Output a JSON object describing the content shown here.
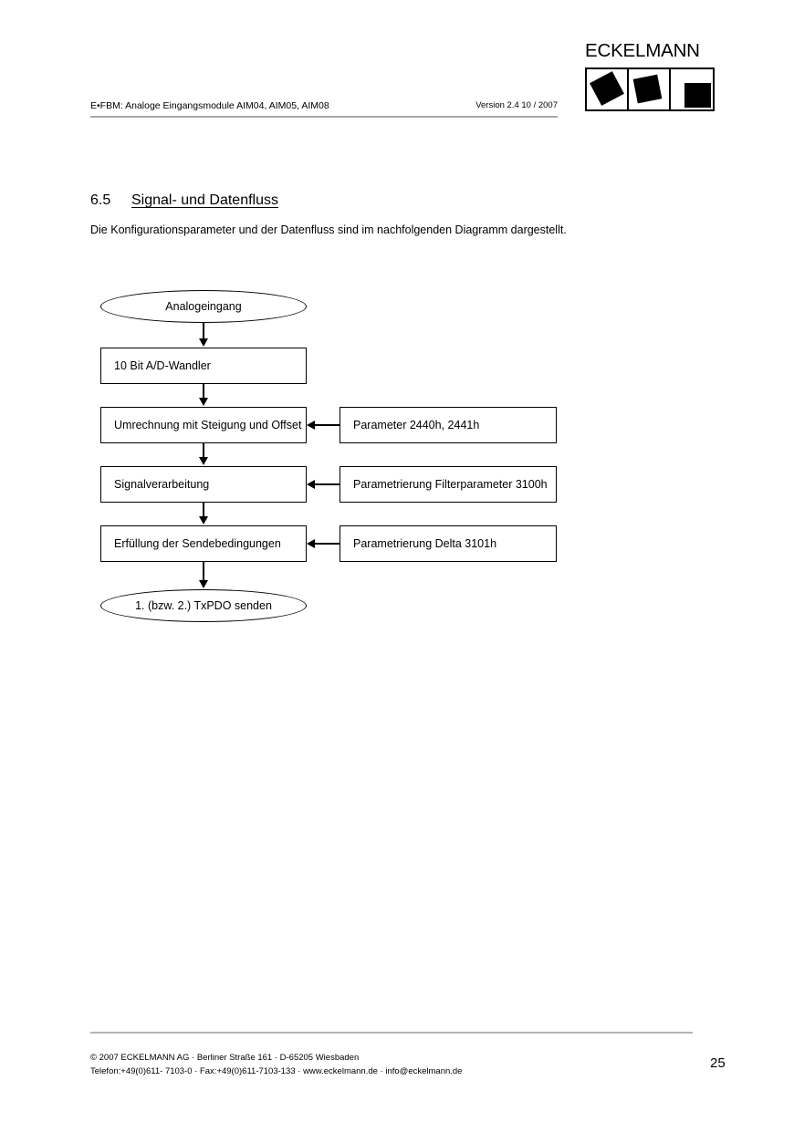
{
  "header": {
    "logo_word": "ECKELMANN",
    "doc_title": "E•FBM: Analoge Eingangsmodule AIM04, AIM05, AIM08",
    "version": "Version 2.4   10 / 2007"
  },
  "section": {
    "number": "6.5",
    "title": "Signal- und Datenfluss",
    "paragraph": "Die Konfigurationsparameter und der Datenfluss sind im nachfolgenden Diagramm dargestellt."
  },
  "flowchart": {
    "nodes": [
      {
        "id": "analogeingang",
        "shape": "ellipse",
        "label": "Analogeingang"
      },
      {
        "id": "ad-wandler",
        "shape": "box",
        "label": "10 Bit A/D-Wandler"
      },
      {
        "id": "umrechnung",
        "shape": "box",
        "label": "Umrechnung mit Steigung und Offset"
      },
      {
        "id": "signalverarbeitung",
        "shape": "box",
        "label": "Signalverarbeitung"
      },
      {
        "id": "sendebedingungen",
        "shape": "box",
        "label": "Erfüllung der Sendebedingungen"
      },
      {
        "id": "txpdo-senden",
        "shape": "ellipse",
        "label": "1. (bzw. 2.) TxPDO senden"
      }
    ],
    "parameters": [
      {
        "id": "param-2440",
        "label": "Parameter 2440h, 2441h"
      },
      {
        "id": "param-3100",
        "label": "Parametrierung Filterparameter 3100h"
      },
      {
        "id": "param-3101",
        "label": "Parametrierung Delta 3101h"
      }
    ]
  },
  "footer": {
    "line1": "©  2007 ECKELMANN AG · Berliner Straße 161 · D-65205 Wiesbaden",
    "line2": "Telefon:+49(0)611- 7103-0 · Fax:+49(0)611-7103-133 · www.eckelmann.de · info@eckelmann.de",
    "page_number": "25"
  },
  "colors": {
    "rule": "#b4b4b4",
    "ink": "#000000",
    "paper": "#ffffff"
  }
}
